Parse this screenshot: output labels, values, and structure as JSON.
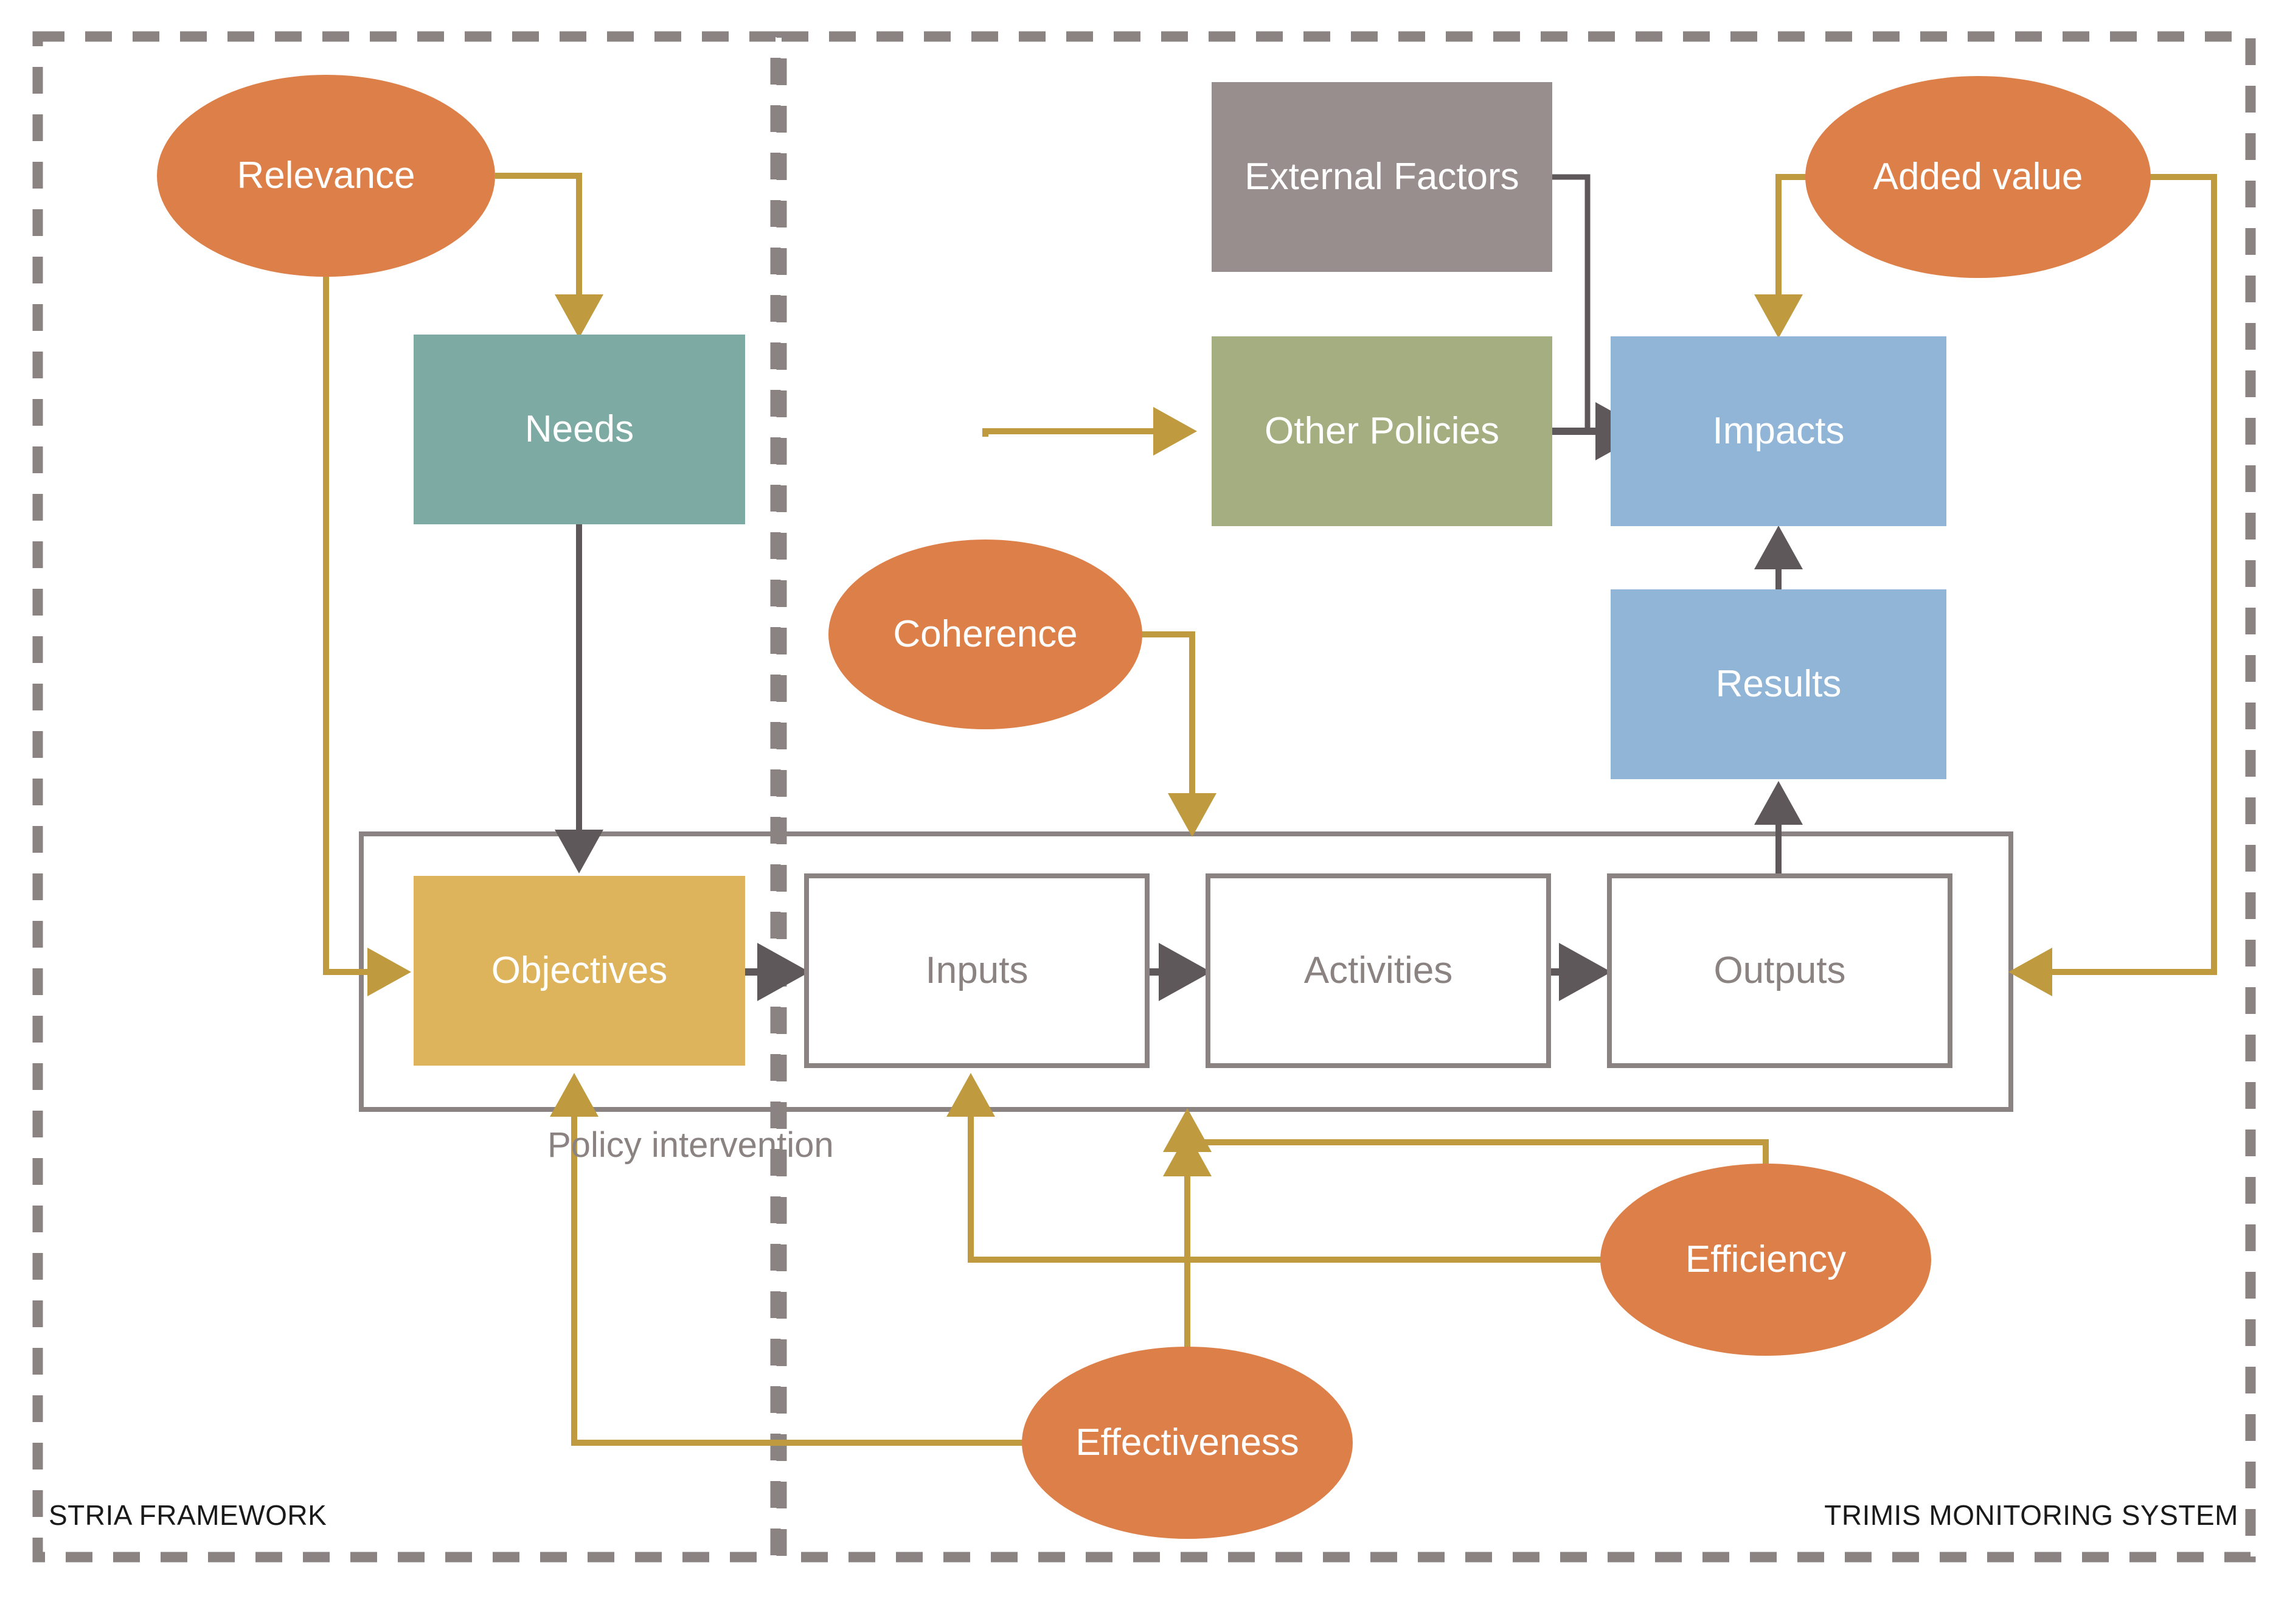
{
  "diagram": {
    "title_hidden": "",
    "panels": [
      {
        "id": "stria",
        "corner_label": "STRIA FRAMEWORK"
      },
      {
        "id": "trimis",
        "corner_label": "TRIMIS MONITORING SYSTEM"
      }
    ],
    "group_box_label": "Policy intervention",
    "colors": {
      "orange": "#DD7F48",
      "teal": "#7DAAA2",
      "gold": "#DDB45C",
      "olive": "#A5AE80",
      "grey_brown": "#988E8D",
      "blue": "#91B5D6",
      "arrow_gold": "#C09A3E",
      "arrow_grey": "#5F585A",
      "box_outline": "#8A8382",
      "panel_dash": "#8A8382",
      "white": "#FFFFFF"
    },
    "nodes": [
      {
        "id": "relevance",
        "label": "Relevance",
        "shape": "ellipse",
        "fill": "#DD7F48",
        "text_color": "#FFFFFF"
      },
      {
        "id": "coherence",
        "label": "Coherence",
        "shape": "ellipse",
        "fill": "#DD7F48",
        "text_color": "#FFFFFF"
      },
      {
        "id": "added-value",
        "label": "Added value",
        "shape": "ellipse",
        "fill": "#DD7F48",
        "text_color": "#FFFFFF"
      },
      {
        "id": "efficiency",
        "label": "Efficiency",
        "shape": "ellipse",
        "fill": "#DD7F48",
        "text_color": "#FFFFFF"
      },
      {
        "id": "effectiveness",
        "label": "Effectiveness",
        "shape": "ellipse",
        "fill": "#DD7F48",
        "text_color": "#FFFFFF"
      },
      {
        "id": "needs",
        "label": "Needs",
        "shape": "rectangle",
        "fill": "#7DAAA2",
        "text_color": "#FFFFFF"
      },
      {
        "id": "objectives",
        "label": "Objectives",
        "shape": "rectangle",
        "fill": "#DDB45C",
        "text_color": "#FFFFFF"
      },
      {
        "id": "external-factors",
        "label": "External Factors",
        "shape": "rectangle",
        "fill": "#988E8D",
        "text_color": "#FFFFFF"
      },
      {
        "id": "other-policies",
        "label": "Other Policies",
        "shape": "rectangle",
        "fill": "#A5AE80",
        "text_color": "#FFFFFF"
      },
      {
        "id": "impacts",
        "label": "Impacts",
        "shape": "rectangle",
        "fill": "#91B5D6",
        "text_color": "#FFFFFF"
      },
      {
        "id": "results",
        "label": "Results",
        "shape": "rectangle",
        "fill": "#91B5D6",
        "text_color": "#FFFFFF"
      },
      {
        "id": "inputs",
        "label": "Inputs",
        "shape": "rectangle",
        "fill": "#FFFFFF",
        "text_color": "#8A8382"
      },
      {
        "id": "activities",
        "label": "Activities",
        "shape": "rectangle",
        "fill": "#FFFFFF",
        "text_color": "#8A8382"
      },
      {
        "id": "outputs",
        "label": "Outputs",
        "shape": "rectangle",
        "fill": "#FFFFFF",
        "text_color": "#8A8382"
      }
    ],
    "edges": [
      {
        "from": "relevance",
        "to": "needs",
        "color": "#C09A3E"
      },
      {
        "from": "relevance",
        "to": "objectives",
        "color": "#C09A3E"
      },
      {
        "from": "needs",
        "to": "objectives",
        "color": "#5F585A"
      },
      {
        "from": "objectives",
        "to": "inputs",
        "color": "#5F585A"
      },
      {
        "from": "inputs",
        "to": "activities",
        "color": "#5F585A"
      },
      {
        "from": "activities",
        "to": "outputs",
        "color": "#5F585A"
      },
      {
        "from": "outputs",
        "to": "results",
        "color": "#5F585A"
      },
      {
        "from": "results",
        "to": "impacts",
        "color": "#5F585A"
      },
      {
        "from": "external-factors",
        "to": "impacts",
        "color": "#5F585A"
      },
      {
        "from": "other-policies",
        "to": "impacts",
        "color": "#5F585A"
      },
      {
        "from": "coherence",
        "to": "other-policies",
        "color": "#C09A3E"
      },
      {
        "from": "coherence",
        "to": "policy-intervention",
        "color": "#C09A3E"
      },
      {
        "from": "added-value",
        "to": "impacts",
        "color": "#C09A3E"
      },
      {
        "from": "added-value",
        "to": "policy-intervention",
        "color": "#C09A3E"
      },
      {
        "from": "efficiency",
        "to": "inputs",
        "color": "#C09A3E"
      },
      {
        "from": "efficiency",
        "to": "policy-intervention",
        "color": "#C09A3E"
      },
      {
        "from": "effectiveness",
        "to": "objectives",
        "color": "#C09A3E"
      },
      {
        "from": "effectiveness",
        "to": "policy-intervention",
        "color": "#C09A3E"
      }
    ]
  }
}
